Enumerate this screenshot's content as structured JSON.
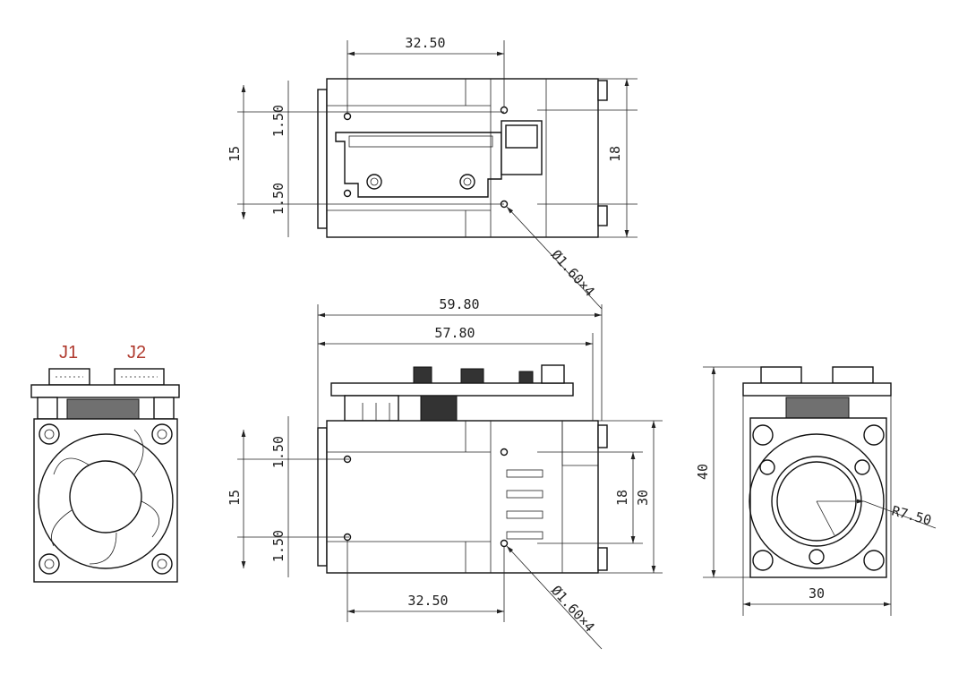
{
  "top_view": {
    "dim_hole_spacing": "32.50",
    "dim_offset_top": "1.50",
    "dim_offset_bottom": "1.50",
    "dim_hole_pitch": "15",
    "dim_height": "18",
    "dim_hole_callout": "Ø1.60×4"
  },
  "side_view": {
    "dim_total_length": "59.80",
    "dim_body_length": "57.80",
    "dim_offset_top": "1.50",
    "dim_offset_bottom": "1.50",
    "dim_hole_pitch": "15",
    "dim_inner_height": "18",
    "dim_height": "30",
    "dim_hole_spacing": "32.50",
    "dim_hole_callout": "Ø1.60×4"
  },
  "rear_view": {
    "connector_1": "J1",
    "connector_2": "J2",
    "label_color": "#b03a2e"
  },
  "front_view": {
    "dim_height": "40",
    "dim_width": "30",
    "dim_radius": "R7.50"
  }
}
